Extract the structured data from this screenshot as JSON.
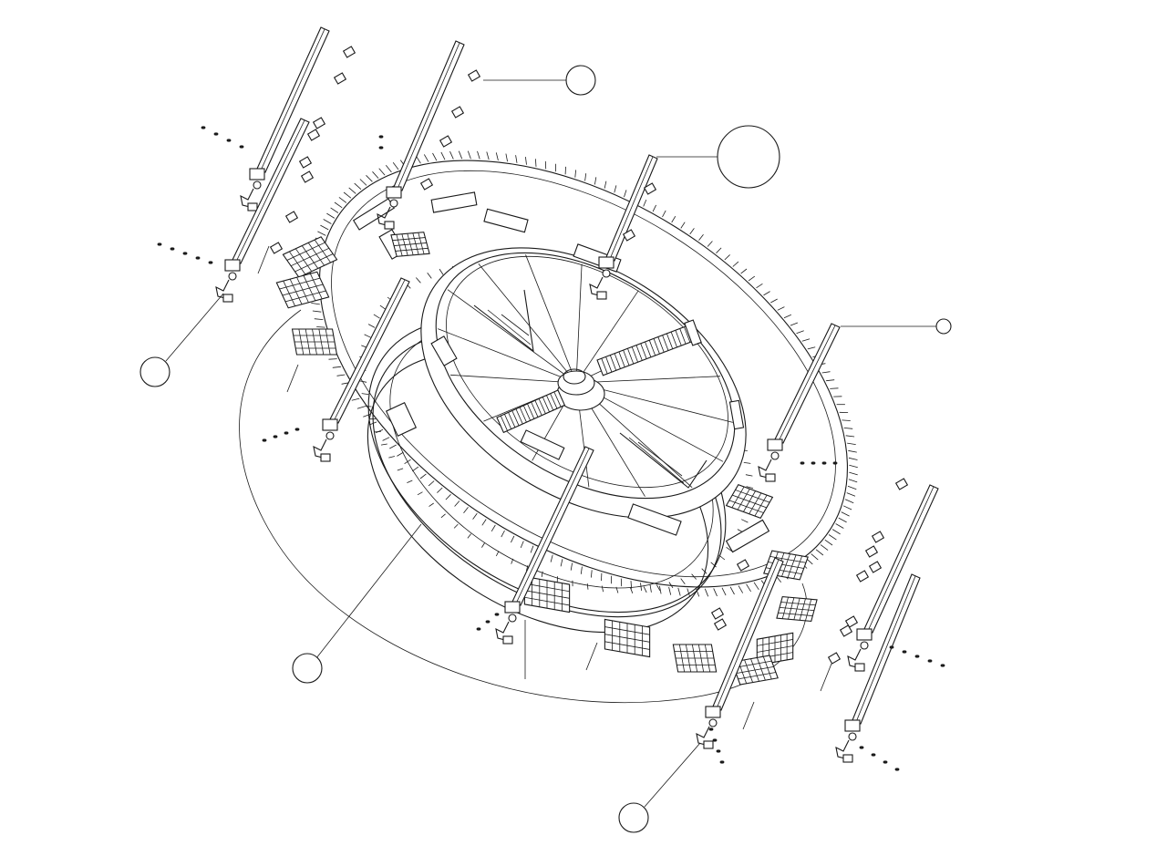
{
  "drawing": {
    "stroke_color": "#1a1a1a",
    "background_color": "#ffffff",
    "style": "isometric line drawing",
    "callout_count": 6,
    "mast_count": 10
  }
}
